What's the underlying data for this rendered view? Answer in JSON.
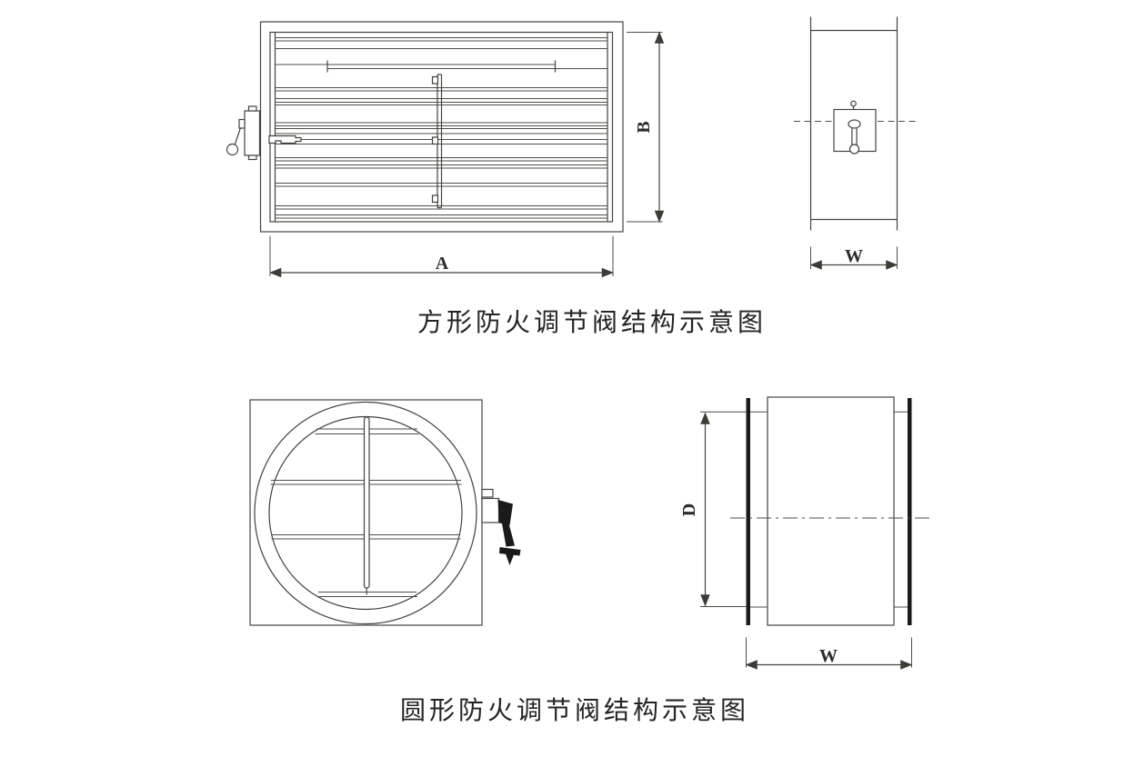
{
  "figures": [
    {
      "id": "square-damper",
      "title": "方形防火调节阀结构示意图",
      "views": {
        "front": {
          "dim_width_label": "A",
          "dim_height_label": "B"
        },
        "side": {
          "dim_depth_label": "W"
        }
      }
    },
    {
      "id": "round-damper",
      "title": "圆形防火调节阀结构示意图",
      "views": {
        "front": {},
        "side": {
          "dim_diameter_label": "D",
          "dim_depth_label": "W"
        }
      }
    }
  ]
}
